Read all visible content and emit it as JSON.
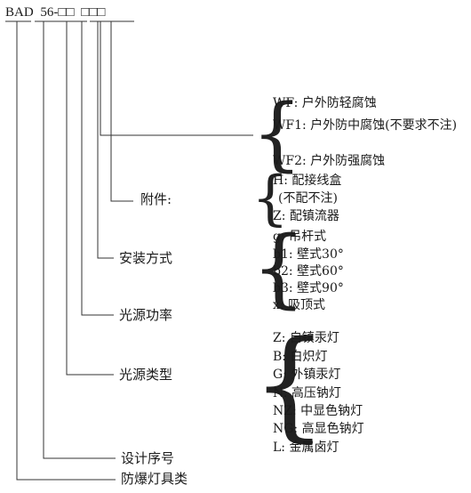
{
  "code": {
    "prefix": "BAD",
    "model": "56-",
    "slots": [
      "□□",
      "□□□"
    ]
  },
  "groups": {
    "wf": {
      "items": [
        "WF:  户外防轻腐蚀",
        "WF1:  户外防中腐蚀(不要求不注)",
        "WF2:  户外防强腐蚀"
      ]
    },
    "accessory": {
      "label": "附件:",
      "items": [
        "H:  配接线盒",
        "(不配不注)",
        "Z:  配镇流器"
      ]
    },
    "mount": {
      "label": "安装方式",
      "items": [
        "g:  吊杆式",
        "b1:  壁式30°",
        "b2:  壁式60°",
        "b3:  壁式90°",
        "x:    吸顶式"
      ]
    },
    "power": {
      "label": "光源功率"
    },
    "source": {
      "label": "光源类型",
      "items": [
        "Z:  自镇汞灯",
        "B:  白炽灯",
        "G:  外镇汞灯",
        "N:  高压钠灯",
        "NZ:   中显色钠灯",
        "NG:  高显色钠灯",
        "L:  金属卤灯"
      ]
    },
    "serial": {
      "label": "设计序号"
    },
    "category": {
      "label": "防爆灯具类"
    }
  },
  "colors": {
    "line": "#333333",
    "text": "#1a1a1a"
  }
}
